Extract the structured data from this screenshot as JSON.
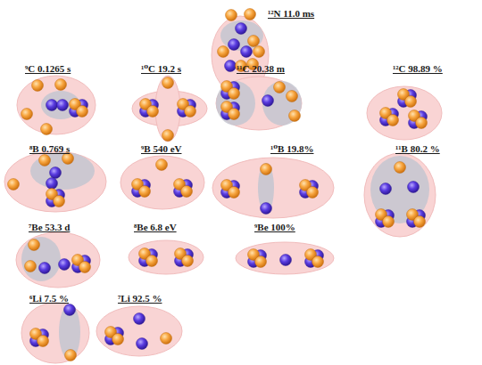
{
  "diagram": {
    "nodes": [
      {
        "text": [
          "¹²N 11.0 ms"
        ]
      },
      {
        "text": [
          "⁹C 0.1265 s"
        ]
      },
      {
        "text": [
          "¹⁰C 19.2 s"
        ]
      },
      {
        "text": [
          "¹¹C 20.38 m"
        ]
      },
      {
        "text": [
          "¹²C 98.89 %"
        ]
      },
      {
        "text": [
          "⁸B 0.769 s"
        ]
      },
      {
        "text": [
          "⁹B 540 eV"
        ]
      },
      {
        "text": [
          "¹⁰B 19.8%"
        ]
      },
      {
        "text": [
          "¹¹B 80.2 %"
        ]
      },
      {
        "text": [
          "⁷Be 53.3 d"
        ]
      },
      {
        "text": [
          "⁸Be 6.8 eV"
        ]
      },
      {
        "text": [
          "⁹Be 100%"
        ]
      },
      {
        "text": [
          "⁶Li 7.5 %"
        ]
      },
      {
        "text": [
          "⁷Li 92.5 %"
        ]
      }
    ]
  }
}
